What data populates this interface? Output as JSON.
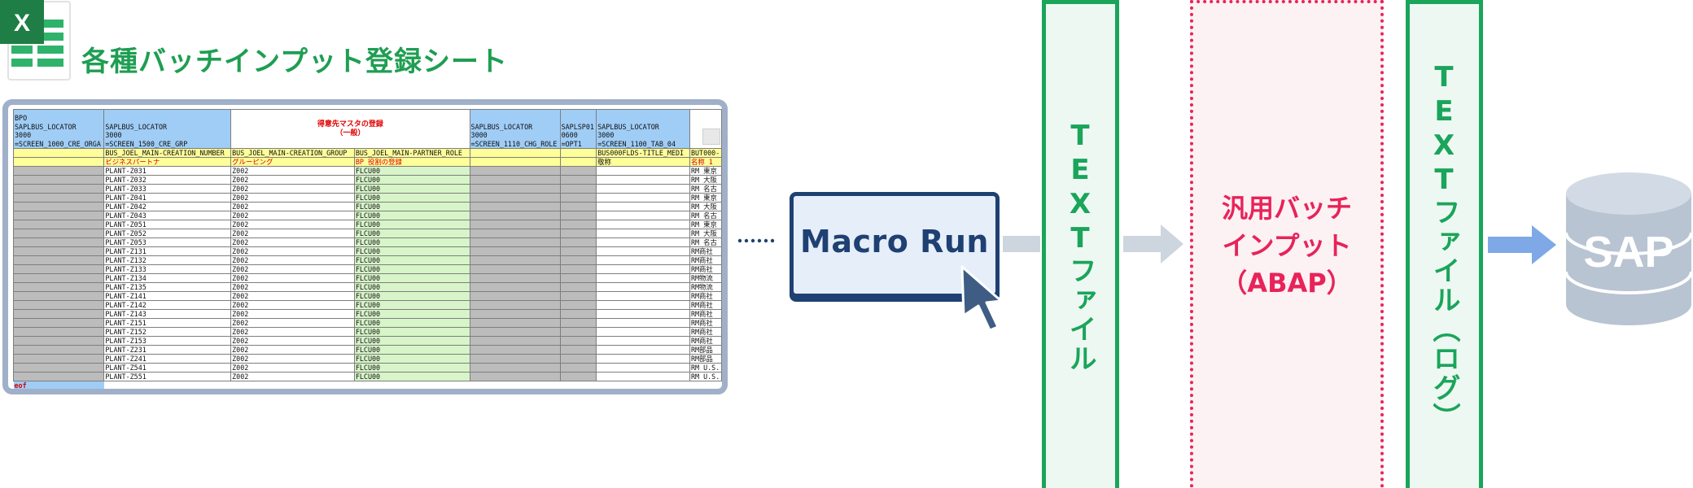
{
  "title": "各種バッチインプット登録シート",
  "excel_badge": "X",
  "sheet": {
    "header_cells": [
      "BPO\nSAPLBUS_LOCATOR\n3000\n=SCREEN_1000_CRE_ORGA",
      "SAPLBUS_LOCATOR\n3000\n=SCREEN_1500_CRE_GRP",
      "得意先マスタの登録\n（一般）",
      "SAPLBUS_LOCATOR\n3000\n=SCREEN_1110_CHG_ROLE",
      "SAPLSP01\n0600\n=OPT1",
      "SAPLBUS_LOCATOR\n3000\n=SCREEN_1100_TAB_04"
    ],
    "field_row": [
      "",
      "BUS_JOEL_MAIN-CREATION_NUMBER",
      "BUS_JOEL_MAIN-CREATION_GROUP",
      "BUS_JOEL_MAIN-PARTNER_ROLE",
      "",
      "",
      "BUS000FLDS-TITLE_MEDI",
      "BUT000-"
    ],
    "label_row": [
      "",
      "ビジネスパートナ",
      "グルーピング",
      "BP 役割の登録",
      "",
      "",
      "敬称",
      "名称 1"
    ],
    "rows": [
      {
        "bp": "PLANT-Z031",
        "grp": "Z002",
        "role": "FLCU00",
        "name": "RM 東京"
      },
      {
        "bp": "PLANT-Z032",
        "grp": "Z002",
        "role": "FLCU00",
        "name": "RM 大阪"
      },
      {
        "bp": "PLANT-Z033",
        "grp": "Z002",
        "role": "FLCU00",
        "name": "RM 名古"
      },
      {
        "bp": "PLANT-Z041",
        "grp": "Z002",
        "role": "FLCU00",
        "name": "RM 東京"
      },
      {
        "bp": "PLANT-Z042",
        "grp": "Z002",
        "role": "FLCU00",
        "name": "RM 大阪"
      },
      {
        "bp": "PLANT-Z043",
        "grp": "Z002",
        "role": "FLCU00",
        "name": "RM 名古"
      },
      {
        "bp": "PLANT-Z051",
        "grp": "Z002",
        "role": "FLCU00",
        "name": "RM 東京"
      },
      {
        "bp": "PLANT-Z052",
        "grp": "Z002",
        "role": "FLCU00",
        "name": "RM 大阪"
      },
      {
        "bp": "PLANT-Z053",
        "grp": "Z002",
        "role": "FLCU00",
        "name": "RM 名古"
      },
      {
        "bp": "PLANT-Z131",
        "grp": "Z002",
        "role": "FLCU00",
        "name": "RM商社"
      },
      {
        "bp": "PLANT-Z132",
        "grp": "Z002",
        "role": "FLCU00",
        "name": "RM商社"
      },
      {
        "bp": "PLANT-Z133",
        "grp": "Z002",
        "role": "FLCU00",
        "name": "RM商社"
      },
      {
        "bp": "PLANT-Z134",
        "grp": "Z002",
        "role": "FLCU00",
        "name": "RM物流"
      },
      {
        "bp": "PLANT-Z135",
        "grp": "Z002",
        "role": "FLCU00",
        "name": "RM物流"
      },
      {
        "bp": "PLANT-Z141",
        "grp": "Z002",
        "role": "FLCU00",
        "name": "RM商社"
      },
      {
        "bp": "PLANT-Z142",
        "grp": "Z002",
        "role": "FLCU00",
        "name": "RM商社"
      },
      {
        "bp": "PLANT-Z143",
        "grp": "Z002",
        "role": "FLCU00",
        "name": "RM商社"
      },
      {
        "bp": "PLANT-Z151",
        "grp": "Z002",
        "role": "FLCU00",
        "name": "RM商社"
      },
      {
        "bp": "PLANT-Z152",
        "grp": "Z002",
        "role": "FLCU00",
        "name": "RM商社"
      },
      {
        "bp": "PLANT-Z153",
        "grp": "Z002",
        "role": "FLCU00",
        "name": "RM商社"
      },
      {
        "bp": "PLANT-Z231",
        "grp": "Z002",
        "role": "FLCU00",
        "name": "RM部品"
      },
      {
        "bp": "PLANT-Z241",
        "grp": "Z002",
        "role": "FLCU00",
        "name": "RM部品"
      },
      {
        "bp": "PLANT-Z541",
        "grp": "Z002",
        "role": "FLCU00",
        "name": "RM U.S."
      },
      {
        "bp": "PLANT-Z551",
        "grp": "Z002",
        "role": "FLCU00",
        "name": "RM U.S."
      }
    ],
    "eof": "eof"
  },
  "flow": {
    "macro_label": "Macro Run",
    "text_file": "TEXTファイル",
    "batch_lines": [
      "汎用バッチ",
      "インプット",
      "（ABAP）"
    ],
    "text_file_log": "TEXTファイル（ログ）",
    "sap_label": "SAP"
  },
  "colors": {
    "excel_green": "#1e9e52",
    "macro_navy": "#1f4072",
    "box_green": "#1aa55a",
    "abap_pink": "#e8235a",
    "arrow_gray": "#cdd6df",
    "arrow_blue": "#7ea9e6",
    "db_gray": "#b8c4d2"
  }
}
